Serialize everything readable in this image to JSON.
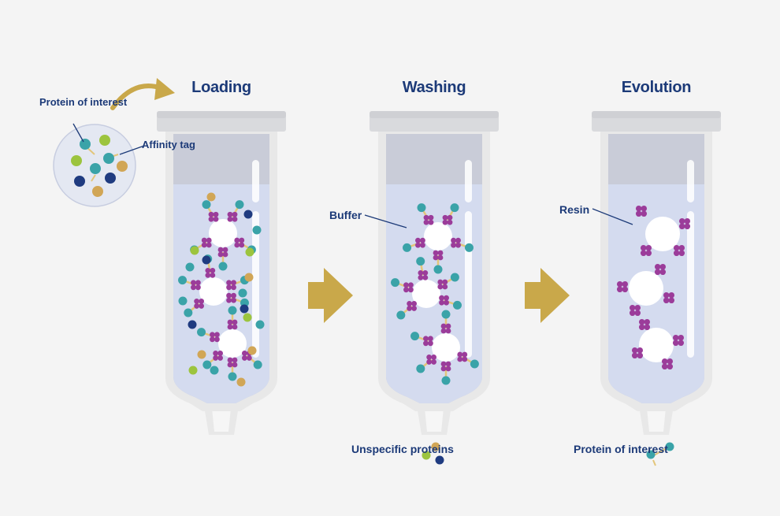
{
  "stages": [
    {
      "title": "Loading",
      "contents": "mixed"
    },
    {
      "title": "Washing",
      "contents": "bound"
    },
    {
      "title": "Evolution",
      "contents": "resin"
    }
  ],
  "labels": {
    "protein_of_interest": "Protein of interest",
    "affinity_tag": "Affinity tag",
    "buffer": "Buffer",
    "resin": "Resin",
    "unspecific_proteins": "Unspecific proteins",
    "protein_of_interest_output": "Protein of interest"
  },
  "colors": {
    "background": "#f4f4f4",
    "text": "#1c3a78",
    "arrow": "#c9a84a",
    "buffer": "#d4dbef",
    "column_wall": "#e8e8e8",
    "column_cap": "#d9dadd",
    "resin_bead": "#ffffff",
    "tag": "#9b3c9a",
    "teal_protein": "#3aa3a8",
    "green_protein": "#9cc43e",
    "navy_protein": "#1f3b80",
    "gold_protein": "#d1a656",
    "linker": "#e3c67a"
  }
}
